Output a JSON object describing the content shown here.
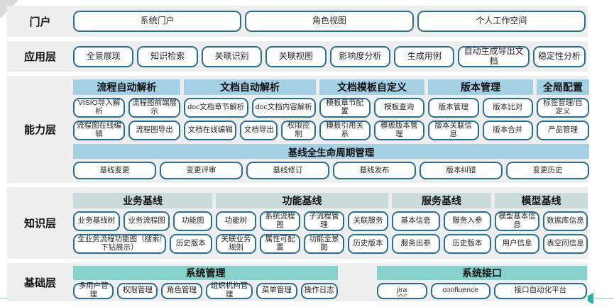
{
  "colors": {
    "box_border": "#2a6f8f",
    "header_blue": "#a4d0e6",
    "header_grey": "#cbdbdb",
    "header_teal": "#84d2cb",
    "band_background": "#efeeee",
    "bottom_line": "#bfdfee",
    "bottom_arrow": "#2fb0ac",
    "misspell_underline": "#e03c31"
  },
  "layers": {
    "portal": {
      "label": "门户",
      "boxes": [
        "系统门户",
        "角色视图",
        "个人工作空间"
      ]
    },
    "app": {
      "label": "应用层",
      "boxes": [
        "全景展现",
        "知识检索",
        "关联识别",
        "关联视图",
        "影响度分析",
        "生成用例",
        "自动生成导出文档",
        "稳定性分析"
      ]
    },
    "capability": {
      "label": "能力层",
      "groups": [
        {
          "title": "流程自动解析",
          "rows": [
            [
              "VISIO导入解析",
              "流程图前端展示"
            ],
            [
              "流程图在线编辑",
              "流程图导出"
            ]
          ]
        },
        {
          "title": "文档自动解析",
          "rows": [
            [
              "doc文档章节解析",
              "doc文档内容解析"
            ],
            [
              "文档在线编辑",
              "文档导出",
              "权限控制"
            ]
          ]
        },
        {
          "title": "文档模板自定义",
          "rows": [
            [
              "模板章节配置",
              "模板查询"
            ],
            [
              "模板引用关系",
              "模板版本管理"
            ]
          ]
        },
        {
          "title": "版本管理",
          "rows": [
            [
              "版本管理",
              "版本比对"
            ],
            [
              "版本关联信息",
              "版本合并"
            ]
          ]
        },
        {
          "title": "全局配置",
          "rows": [
            [
              "标签管理/自定义"
            ],
            [
              "产品管理"
            ]
          ]
        }
      ],
      "baseline": {
        "title": "基线全生命周期管理",
        "boxes": [
          "基线变更",
          "变更评审",
          "基线修订",
          "基线发布",
          "版本纠错",
          "变更历史"
        ]
      }
    },
    "knowledge": {
      "label": "知识层",
      "groups": [
        {
          "title": "业务基线",
          "rows": [
            [
              "业务基线树",
              "业务流程图",
              "功能图"
            ],
            [
              "全业务流程功能图（搜索/下钻展示）",
              "历史版本"
            ]
          ]
        },
        {
          "title": "功能基线",
          "rows": [
            [
              "功能树",
              "系统流程图",
              "子流程管理",
              "关联服务"
            ],
            [
              "关联业务规则",
              "属性可配置",
              "功能全景图",
              "历史版本"
            ]
          ]
        },
        {
          "title": "服务基线",
          "rows": [
            [
              "基本信息",
              "服务入参"
            ],
            [
              "服务出参",
              "历史版本"
            ]
          ]
        },
        {
          "title": "模型基线",
          "rows": [
            [
              "模型基本信息",
              "数据库信息"
            ],
            [
              "用户信息",
              "表空间信息"
            ]
          ]
        }
      ]
    },
    "foundation": {
      "label": "基础层",
      "groups": [
        {
          "title": "系统管理",
          "rows": [
            [
              "多用户管理",
              "权限管理",
              "角色管理",
              "组织机构管理",
              "菜单管理",
              "操作日志"
            ]
          ]
        },
        {
          "title": "系统接口",
          "rows": [
            [
              "jira",
              "confluence",
              "接口自动化平台"
            ]
          ]
        }
      ]
    }
  }
}
